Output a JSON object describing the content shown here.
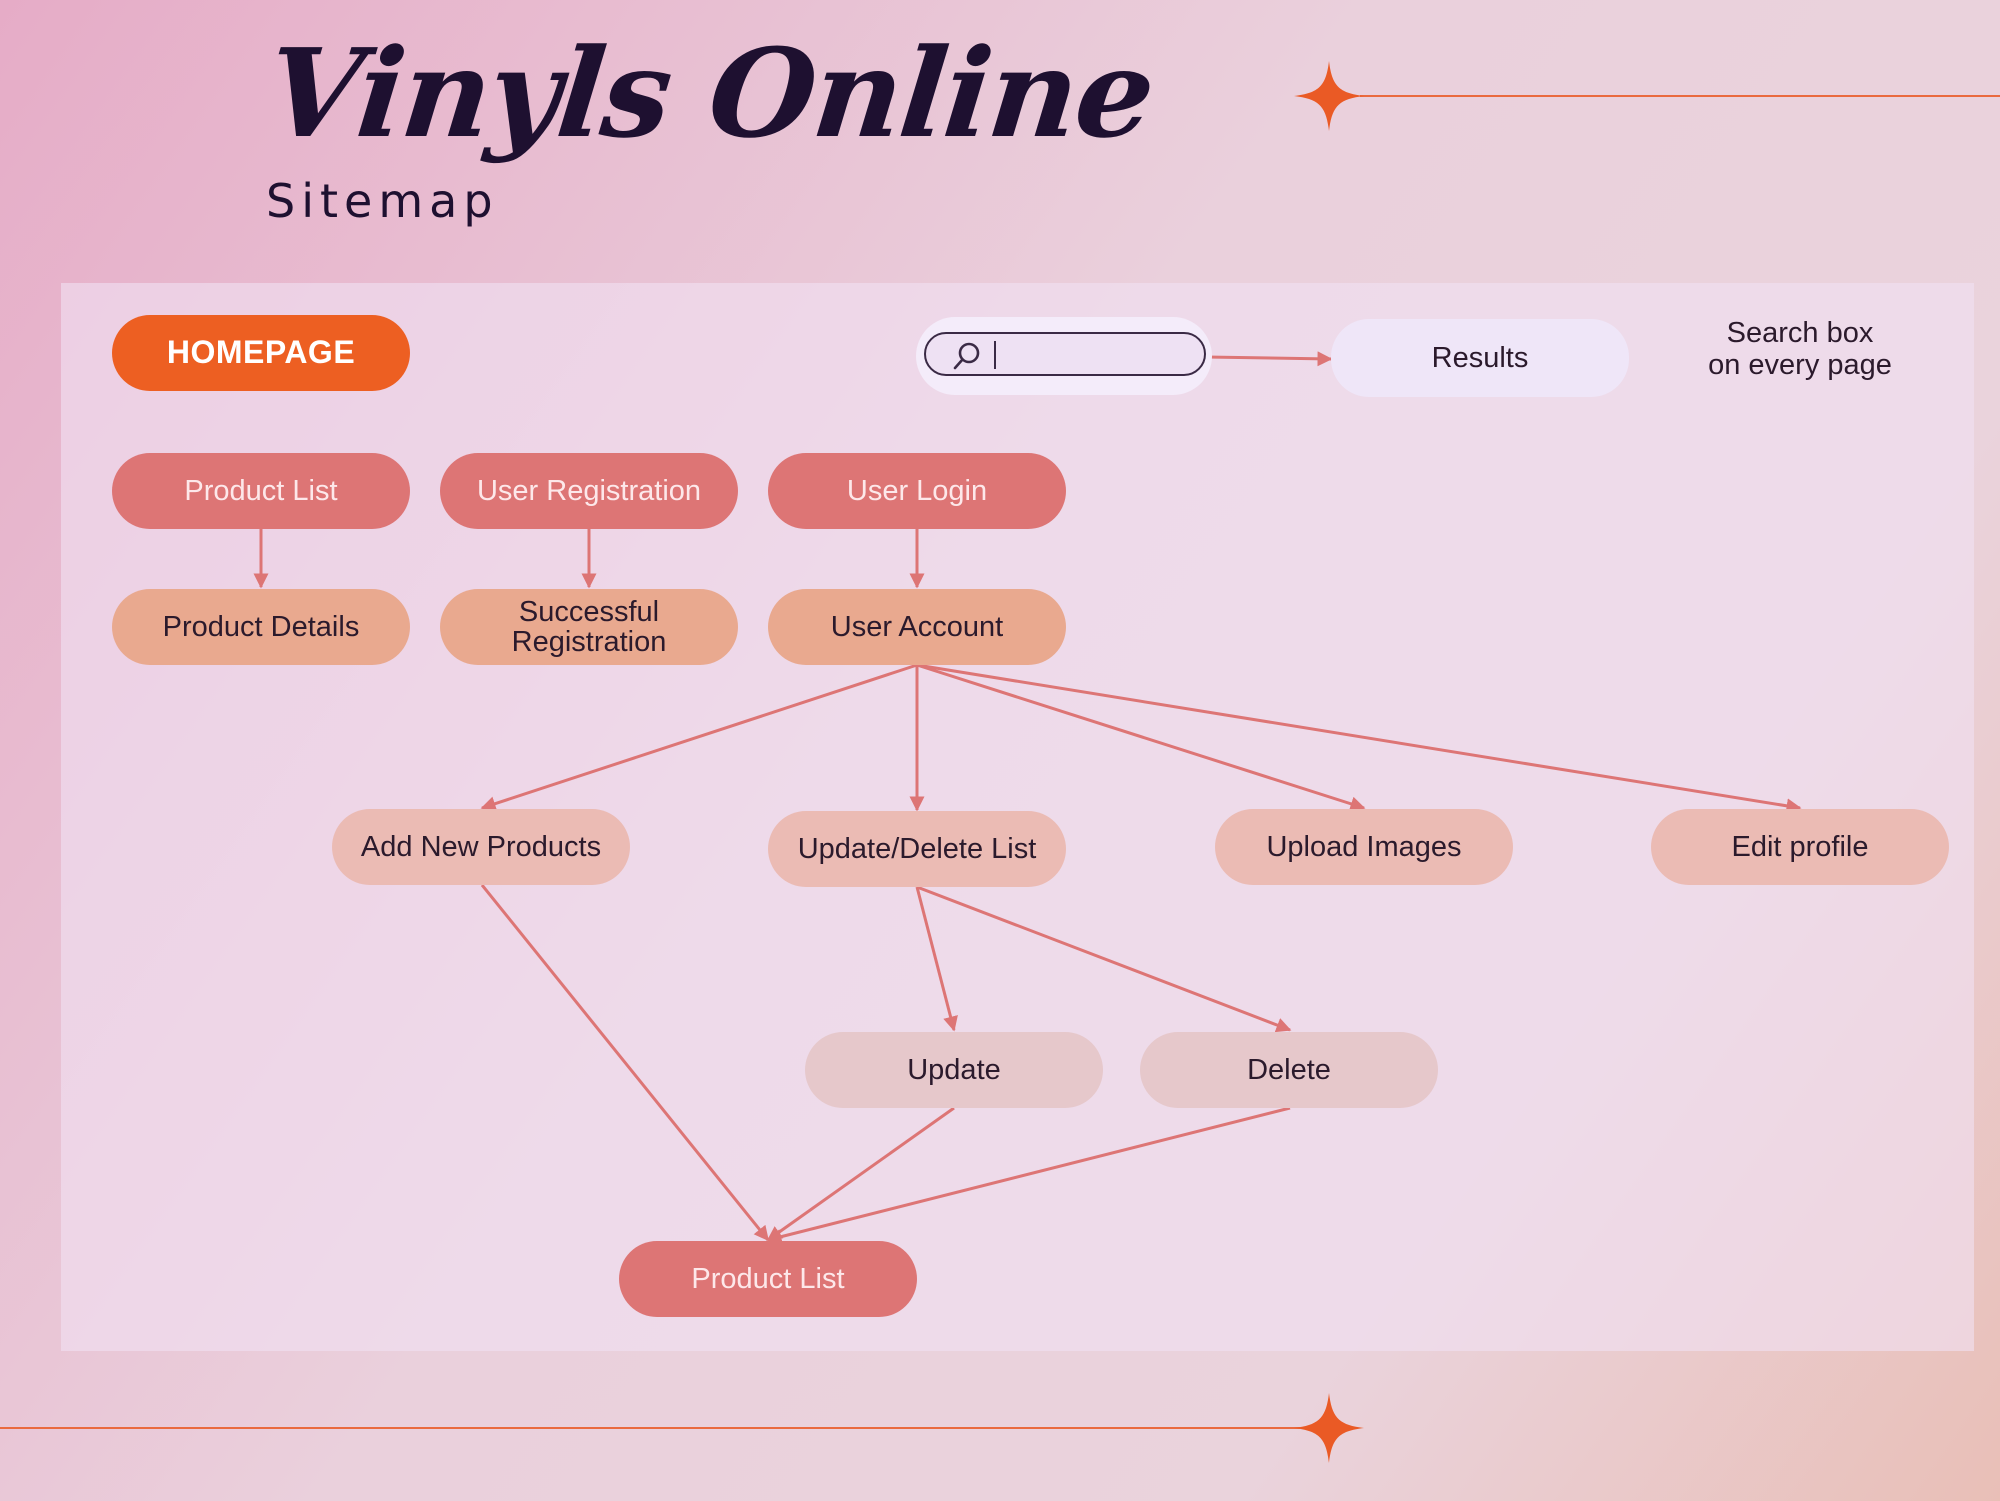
{
  "header": {
    "title": "Vinyls Online",
    "subtitle": "Sitemap"
  },
  "colors": {
    "accent": "#ed5f22",
    "primary_node": "#dd7575",
    "secondary_node": "#e9a98f",
    "tertiary_node": "#ebbbb4",
    "quaternary_node": "#e6c8cb",
    "connector": "#dd7575"
  },
  "nodes": {
    "homepage": "HOMEPAGE",
    "product_list": "Product List",
    "user_registration": "User Registration",
    "user_login": "User Login",
    "product_details": "Product Details",
    "successful_registration_line1": "Successful",
    "successful_registration_line2": "Registration",
    "user_account": "User Account",
    "add_new_products": "Add New Products",
    "update_delete_list": "Update/Delete List",
    "upload_images": "Upload Images",
    "edit_profile": "Edit profile",
    "update": "Update",
    "delete": "Delete",
    "product_list_bottom": "Product List",
    "results": "Results"
  },
  "search": {
    "icon": "search-icon"
  },
  "note": {
    "line1": "Search box",
    "line2": "on every page"
  },
  "edges": [
    [
      "Product List",
      "Product Details"
    ],
    [
      "User Registration",
      "Successful Registration"
    ],
    [
      "User Login",
      "User Account"
    ],
    [
      "User Account",
      "Add New Products"
    ],
    [
      "User Account",
      "Update/Delete List"
    ],
    [
      "User Account",
      "Upload Images"
    ],
    [
      "User Account",
      "Edit profile"
    ],
    [
      "Update/Delete List",
      "Update"
    ],
    [
      "Update/Delete List",
      "Delete"
    ],
    [
      "Add New Products",
      "Product List"
    ],
    [
      "Update",
      "Product List"
    ],
    [
      "Delete",
      "Product List"
    ],
    [
      "Search box",
      "Results"
    ]
  ]
}
